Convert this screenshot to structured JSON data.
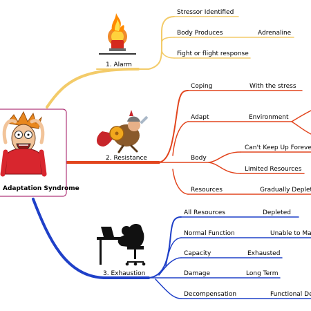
{
  "central": {
    "label": "Adaptation Syndrome"
  },
  "colors": {
    "alarm": "#f3cb69",
    "resistance": "#e2451e",
    "exhaustion": "#1f40c8",
    "central_border": "#b0387a"
  },
  "icons": {
    "alarm": "fire-alarm-icon",
    "resistance": "warrior-character-icon",
    "exhaustion": "exhausted-person-at-desk-icon",
    "central": "stressed-person-icon"
  },
  "branches": [
    {
      "label": "1. Alarm",
      "children": [
        {
          "label": "Stressor Identified"
        },
        {
          "label": "Body Produces",
          "detail": "Adrenaline"
        },
        {
          "label": "Fight or flight response"
        }
      ]
    },
    {
      "label": "2. Resistance",
      "children": [
        {
          "label": "Coping",
          "detail": "With the stress"
        },
        {
          "label": "Adapt",
          "detail": "Environment"
        },
        {
          "label": "Body",
          "details": [
            "Can't Keep Up Forever",
            "Limited Resources"
          ]
        },
        {
          "label": "Resources",
          "detail": "Gradually Depleted"
        }
      ]
    },
    {
      "label": "3. Exhaustion",
      "children": [
        {
          "label": "All Resources",
          "detail": "Depleted"
        },
        {
          "label": "Normal Function",
          "detail": "Unable to Maintain"
        },
        {
          "label": "Capacity",
          "detail": "Exhausted"
        },
        {
          "label": "Damage",
          "detail": "Long Term"
        },
        {
          "label": "Decompensation",
          "detail": "Functional Deterioration"
        }
      ]
    }
  ]
}
